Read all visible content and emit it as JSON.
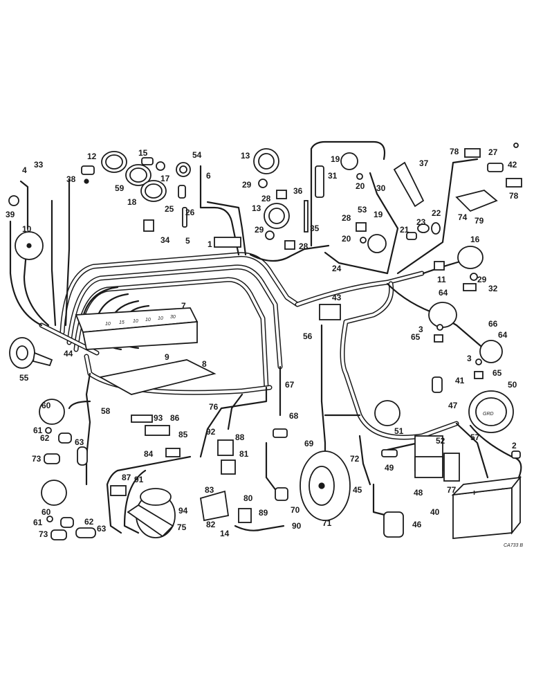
{
  "diagram": {
    "drawing_code": "CA733 B",
    "callouts": [
      {
        "id": "c1",
        "label": "1"
      },
      {
        "id": "c2",
        "label": "2"
      },
      {
        "id": "c3a",
        "label": "3"
      },
      {
        "id": "c3b",
        "label": "3"
      },
      {
        "id": "c4",
        "label": "4"
      },
      {
        "id": "c5",
        "label": "5"
      },
      {
        "id": "c6",
        "label": "6"
      },
      {
        "id": "c7",
        "label": "7"
      },
      {
        "id": "c8",
        "label": "8"
      },
      {
        "id": "c9",
        "label": "9"
      },
      {
        "id": "c10",
        "label": "10"
      },
      {
        "id": "c11",
        "label": "11"
      },
      {
        "id": "c12",
        "label": "12"
      },
      {
        "id": "c13a",
        "label": "13"
      },
      {
        "id": "c13b",
        "label": "13"
      },
      {
        "id": "c14",
        "label": "14"
      },
      {
        "id": "c15",
        "label": "15"
      },
      {
        "id": "c16",
        "label": "16"
      },
      {
        "id": "c17",
        "label": "17"
      },
      {
        "id": "c18",
        "label": "18"
      },
      {
        "id": "c19a",
        "label": "19"
      },
      {
        "id": "c19b",
        "label": "19"
      },
      {
        "id": "c20a",
        "label": "20"
      },
      {
        "id": "c20b",
        "label": "20"
      },
      {
        "id": "c21",
        "label": "21"
      },
      {
        "id": "c22",
        "label": "22"
      },
      {
        "id": "c23",
        "label": "23"
      },
      {
        "id": "c24",
        "label": "24"
      },
      {
        "id": "c25",
        "label": "25"
      },
      {
        "id": "c26",
        "label": "26"
      },
      {
        "id": "c27",
        "label": "27"
      },
      {
        "id": "c28a",
        "label": "28"
      },
      {
        "id": "c28b",
        "label": "28"
      },
      {
        "id": "c28c",
        "label": "28"
      },
      {
        "id": "c29a",
        "label": "29"
      },
      {
        "id": "c29b",
        "label": "29"
      },
      {
        "id": "c29c",
        "label": "29"
      },
      {
        "id": "c30",
        "label": "30"
      },
      {
        "id": "c31",
        "label": "31"
      },
      {
        "id": "c32",
        "label": "32"
      },
      {
        "id": "c33",
        "label": "33"
      },
      {
        "id": "c34",
        "label": "34"
      },
      {
        "id": "c35",
        "label": "35"
      },
      {
        "id": "c36",
        "label": "36"
      },
      {
        "id": "c37",
        "label": "37"
      },
      {
        "id": "c38",
        "label": "38"
      },
      {
        "id": "c39",
        "label": "39"
      },
      {
        "id": "c40",
        "label": "40"
      },
      {
        "id": "c41",
        "label": "41"
      },
      {
        "id": "c42",
        "label": "42"
      },
      {
        "id": "c43",
        "label": "43"
      },
      {
        "id": "c44",
        "label": "44"
      },
      {
        "id": "c45",
        "label": "45"
      },
      {
        "id": "c46",
        "label": "46"
      },
      {
        "id": "c47",
        "label": "47"
      },
      {
        "id": "c48",
        "label": "48"
      },
      {
        "id": "c49",
        "label": "49"
      },
      {
        "id": "c50",
        "label": "50"
      },
      {
        "id": "c51",
        "label": "51"
      },
      {
        "id": "c52",
        "label": "52"
      },
      {
        "id": "c53",
        "label": "53"
      },
      {
        "id": "c54",
        "label": "54"
      },
      {
        "id": "c55",
        "label": "55"
      },
      {
        "id": "c56",
        "label": "56"
      },
      {
        "id": "c57",
        "label": "57"
      },
      {
        "id": "c58",
        "label": "58"
      },
      {
        "id": "c59",
        "label": "59"
      },
      {
        "id": "c60a",
        "label": "60"
      },
      {
        "id": "c60b",
        "label": "60"
      },
      {
        "id": "c61a",
        "label": "61"
      },
      {
        "id": "c61b",
        "label": "61"
      },
      {
        "id": "c62a",
        "label": "62"
      },
      {
        "id": "c62b",
        "label": "62"
      },
      {
        "id": "c63a",
        "label": "63"
      },
      {
        "id": "c63b",
        "label": "63"
      },
      {
        "id": "c64a",
        "label": "64"
      },
      {
        "id": "c64b",
        "label": "64"
      },
      {
        "id": "c65a",
        "label": "65"
      },
      {
        "id": "c65b",
        "label": "65"
      },
      {
        "id": "c66",
        "label": "66"
      },
      {
        "id": "c67",
        "label": "67"
      },
      {
        "id": "c68",
        "label": "68"
      },
      {
        "id": "c69",
        "label": "69"
      },
      {
        "id": "c70",
        "label": "70"
      },
      {
        "id": "c71",
        "label": "71"
      },
      {
        "id": "c72",
        "label": "72"
      },
      {
        "id": "c73a",
        "label": "73"
      },
      {
        "id": "c73b",
        "label": "73"
      },
      {
        "id": "c74",
        "label": "74"
      },
      {
        "id": "c75",
        "label": "75"
      },
      {
        "id": "c76",
        "label": "76"
      },
      {
        "id": "c77",
        "label": "77"
      },
      {
        "id": "c78a",
        "label": "78"
      },
      {
        "id": "c78b",
        "label": "78"
      },
      {
        "id": "c79",
        "label": "79"
      },
      {
        "id": "c80",
        "label": "80"
      },
      {
        "id": "c81",
        "label": "81"
      },
      {
        "id": "c82",
        "label": "82"
      },
      {
        "id": "c83",
        "label": "83"
      },
      {
        "id": "c84",
        "label": "84"
      },
      {
        "id": "c85",
        "label": "85"
      },
      {
        "id": "c86",
        "label": "86"
      },
      {
        "id": "c87",
        "label": "87"
      },
      {
        "id": "c88",
        "label": "88"
      },
      {
        "id": "c89",
        "label": "89"
      },
      {
        "id": "c90",
        "label": "90"
      },
      {
        "id": "c91",
        "label": "91"
      },
      {
        "id": "c92",
        "label": "92"
      },
      {
        "id": "c93",
        "label": "93"
      },
      {
        "id": "c94",
        "label": "94"
      }
    ],
    "fuse_labels": [
      "10",
      "15",
      "10",
      "10",
      "10",
      "30"
    ],
    "alternator_label": "GRD",
    "battery_terminals": {
      "positive": "+",
      "negative": "−"
    }
  }
}
